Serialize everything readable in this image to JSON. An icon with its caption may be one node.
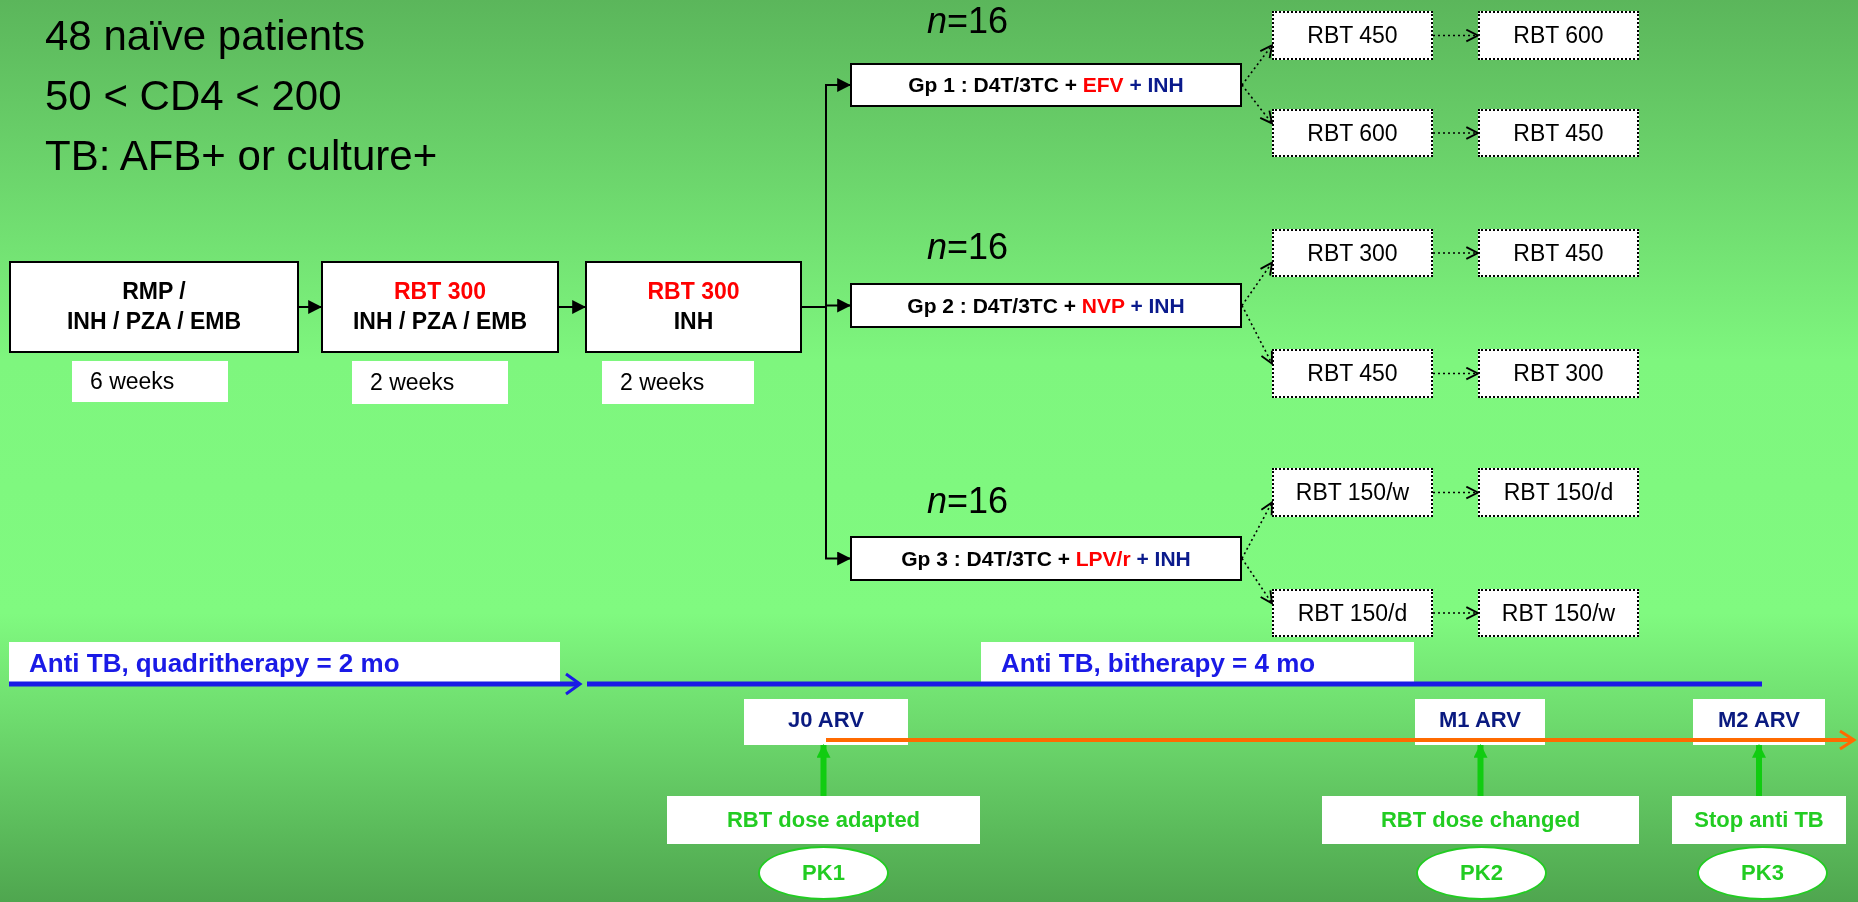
{
  "diagram": {
    "nodes": [
      {
        "text": [
          "RMP /",
          "INH / PZA / EMB"
        ]
      },
      {
        "text": [
          "RBT 300",
          "INH / PZA / EMB"
        ]
      },
      {
        "text": [
          "RBT 300",
          "INH"
        ]
      },
      {
        "text": [
          "Gp 1 : D4T/3TC +",
          "EFV",
          "+ INH"
        ],
        "beside": [
          "*n*=16"
        ]
      },
      {
        "text": [
          "Gp 2 : D4T/3TC +",
          "NVP",
          "+ INH"
        ],
        "beside": [
          "*n*=16"
        ]
      },
      {
        "text": [
          "Gp 3 : D4T/3TC +",
          "LPV/r",
          "+ INH"
        ],
        "beside": [
          "*n*=16"
        ]
      },
      {
        "text": [
          "RBT 450"
        ]
      },
      {
        "text": [
          "RBT 600"
        ]
      },
      {
        "text": [
          "RBT 600"
        ]
      },
      {
        "text": [
          "RBT 450"
        ]
      },
      {
        "text": [
          "RBT 300"
        ]
      },
      {
        "text": [
          "RBT 450"
        ]
      },
      {
        "text": [
          "RBT 450"
        ]
      },
      {
        "text": [
          "RBT 300"
        ]
      },
      {
        "text": [
          "RBT 150/w"
        ]
      },
      {
        "text": [
          "RBT 150/d"
        ]
      },
      {
        "text": [
          "RBT 150/d"
        ]
      },
      {
        "text": [
          "RBT 150/w"
        ]
      },
      {
        "text": [
          "J0 ARV"
        ]
      },
      {
        "text": [
          "M1 ARV"
        ]
      },
      {
        "text": [
          "M2 ARV"
        ]
      },
      {
        "text": [
          "RBT dose adapted"
        ]
      },
      {
        "text": [
          "RBT dose changed"
        ]
      },
      {
        "text": [
          "Stop anti TB"
        ]
      },
      {
        "text": [
          "PK1"
        ]
      },
      {
        "text": [
          "PK2"
        ]
      },
      {
        "text": [
          "PK3"
        ]
      },
      {
        "text": [
          "6 weeks"
        ]
      },
      {
        "text": [
          "2 weeks"
        ]
      },
      {
        "text": [
          "2 weeks"
        ]
      }
    ],
    "edges": [
      {
        "from": 0,
        "to": 1,
        "arrow": "to"
      },
      {
        "from": 1,
        "to": 2,
        "arrow": "to"
      },
      {
        "from": 2,
        "to": 3,
        "arrow": "to"
      },
      {
        "from": 2,
        "to": 4,
        "arrow": "to"
      },
      {
        "from": 2,
        "to": 5,
        "arrow": "to"
      },
      {
        "from": 3,
        "to": 6,
        "arrow": "to",
        "style": "dashed"
      },
      {
        "from": 3,
        "to": 8,
        "arrow": "to",
        "style": "dashed"
      },
      {
        "from": 6,
        "to": 7,
        "arrow": "to",
        "style": "dashed"
      },
      {
        "from": 8,
        "to": 9,
        "arrow": "to",
        "style": "dashed"
      },
      {
        "from": 4,
        "to": 10,
        "arrow": "to",
        "style": "dashed"
      },
      {
        "from": 4,
        "to": 12,
        "arrow": "to",
        "style": "dashed"
      },
      {
        "from": 10,
        "to": 11,
        "arrow": "to",
        "style": "dashed"
      },
      {
        "from": 12,
        "to": 13,
        "arrow": "to",
        "style": "dashed"
      },
      {
        "from": 5,
        "to": 14,
        "arrow": "to",
        "style": "dashed"
      },
      {
        "from": 5,
        "to": 16,
        "arrow": "to",
        "style": "dashed"
      },
      {
        "from": 14,
        "to": 15,
        "arrow": "to",
        "style": "dashed"
      },
      {
        "from": 16,
        "to": 17,
        "arrow": "to",
        "style": "dashed"
      },
      {
        "from": 21,
        "to": 18,
        "arrow": "to",
        "style": "thick",
        "color": "#11cc11"
      },
      {
        "from": 22,
        "to": 19,
        "arrow": "to",
        "style": "thick",
        "color": "#11cc11"
      },
      {
        "from": 23,
        "to": 20,
        "arrow": "to",
        "style": "thick",
        "color": "#11cc11"
      }
    ],
    "labels": [
      "48 naïve patients",
      "50 < CD4 < 200",
      "TB: AFB+ or culture+",
      "Anti TB, quadritherapy = 2 mo",
      "Anti TB, bitherapy = 4 mo"
    ]
  }
}
